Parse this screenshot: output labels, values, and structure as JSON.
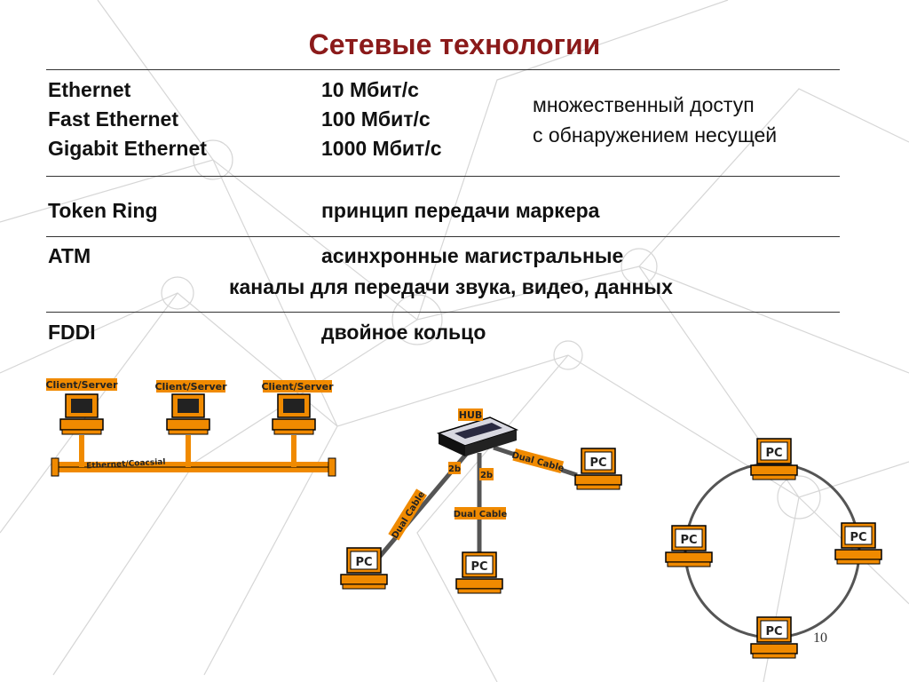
{
  "title": "Сетевые технологии",
  "ethernet": {
    "names": [
      "Ethernet",
      "Fast Ethernet",
      "Gigabit Ethernet"
    ],
    "speeds": [
      "10 Мбит/с",
      "100 Мбит/с",
      "1000 Мбит/с"
    ],
    "description": [
      "множественный доступ",
      "с обнаружением несущей"
    ]
  },
  "token_ring": {
    "name": "Token Ring",
    "description": "принцип передачи маркера"
  },
  "atm": {
    "name": "ATM",
    "description": [
      "асинхронные магистральные",
      "каналы для передачи звука, видео, данных"
    ]
  },
  "fddi": {
    "name": "FDDI",
    "description": "двойное кольцо"
  },
  "diagram": {
    "bus": {
      "stations": [
        "Client/Server",
        "Client/Server",
        "Client/Server"
      ],
      "cable_label": "Ethernet/Coacsial"
    },
    "star": {
      "hub_label": "HUB",
      "cable_labels": [
        "Dual Cable",
        "Dual Cable",
        "Dual Cable"
      ],
      "port_labels": [
        "2b",
        "2b"
      ],
      "pc_label": "PC"
    },
    "ring": {
      "pc_label": "PC"
    },
    "colors": {
      "pc_orange": "#f08a00",
      "cable_gray": "#555555",
      "title_red": "#8b1a1a"
    }
  },
  "page_number": "10"
}
